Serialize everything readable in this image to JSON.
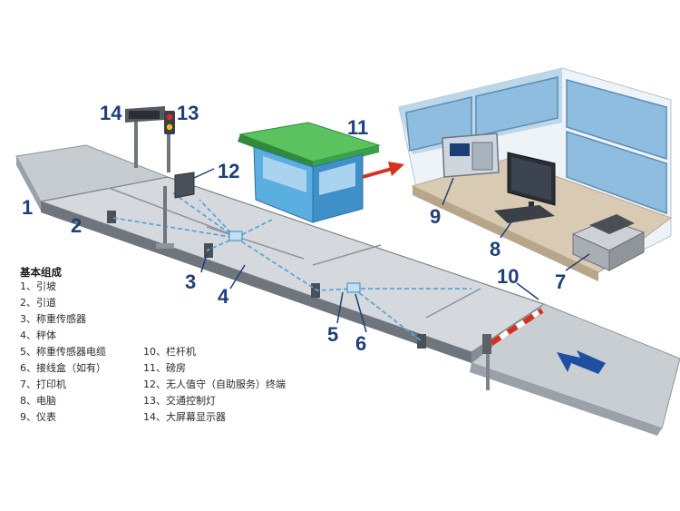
{
  "callouts": [
    "1",
    "2",
    "3",
    "4",
    "5",
    "6",
    "7",
    "8",
    "9",
    "10",
    "11",
    "12",
    "13",
    "14"
  ],
  "legend": {
    "title": "基本组成",
    "items": [
      "1、引坡",
      "2、引道",
      "3、称重传感器",
      "4、秤体",
      "5、称重传感器电缆",
      "6、接线盒（如有）",
      "7、打印机",
      "8、电脑",
      "9、仪表",
      "10、栏杆机",
      "11、磅房",
      "12、无人值守（自助服务）终端",
      "13、交通控制灯",
      "14、大屏幕显示器"
    ]
  },
  "colors": {
    "platform_top": "#d2d6da",
    "platform_side": "#6e757c",
    "booth_roof": "#3aa14a",
    "booth_wall": "#4fa6d8",
    "cable": "#5aa6d6",
    "arrow_red": "#d9301e",
    "arrow_blue": "#1f4fa0",
    "label_navy": "#1f3f78"
  }
}
